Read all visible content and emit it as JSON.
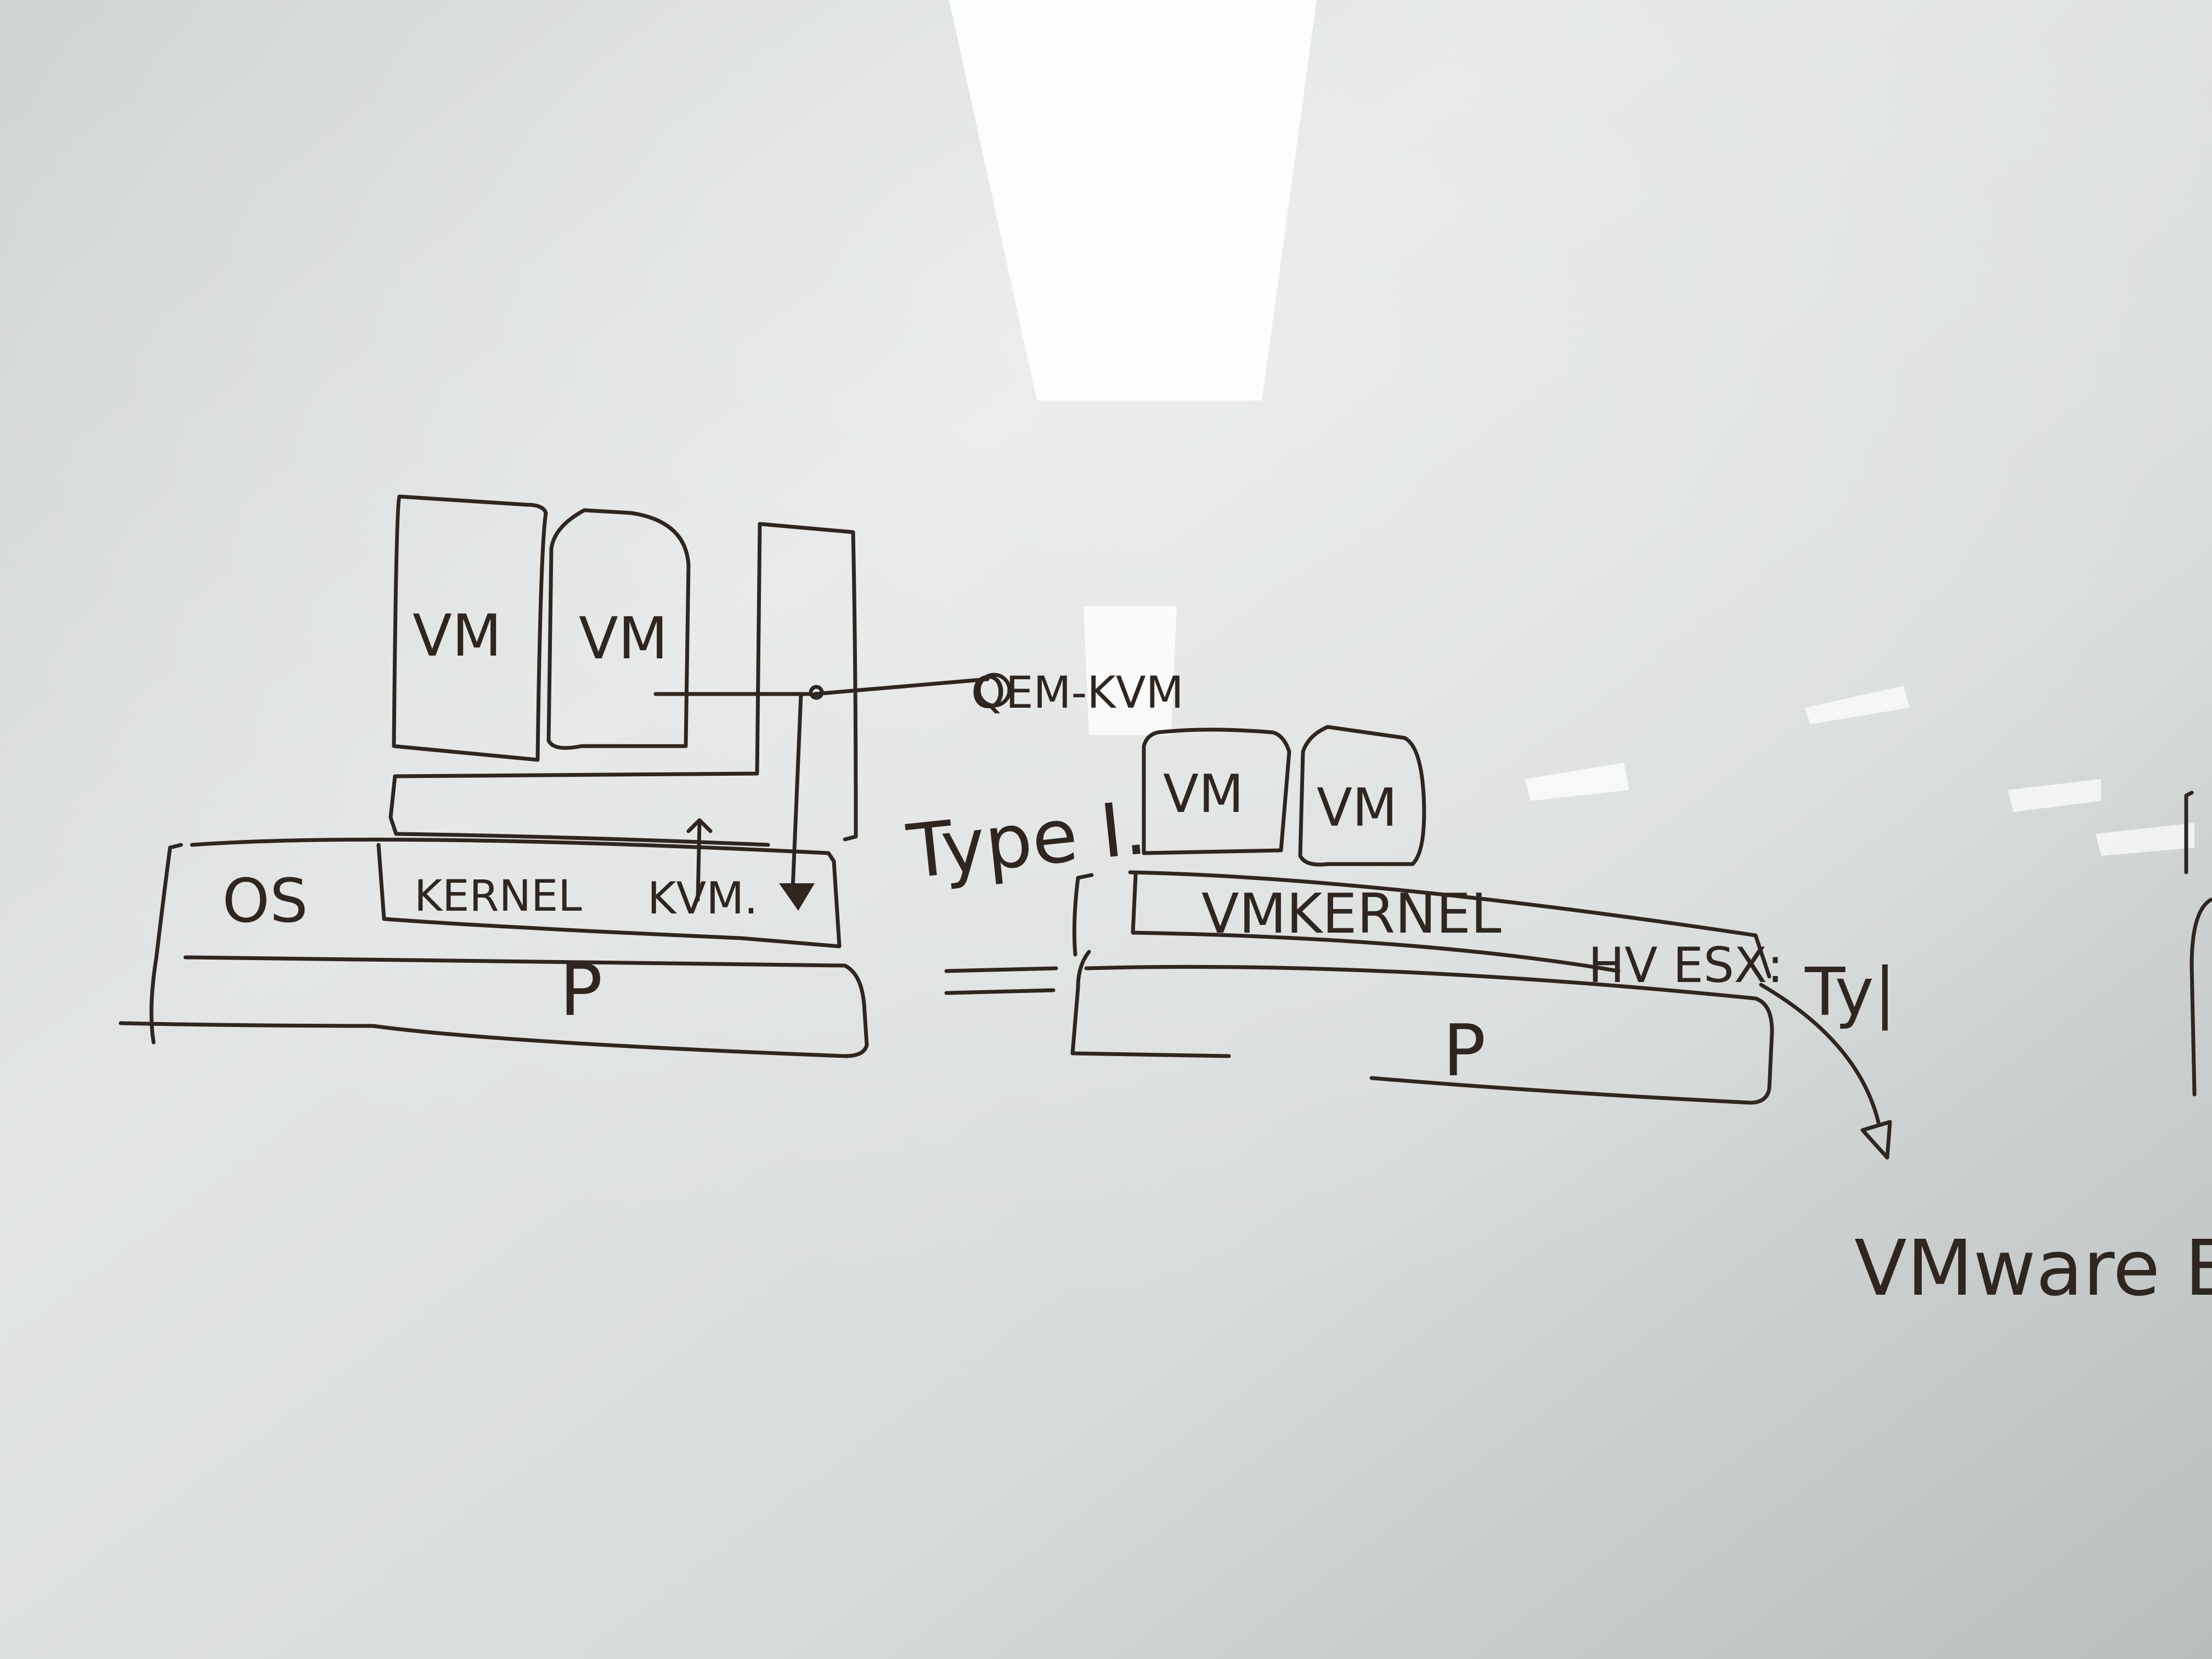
{
  "colors": {
    "board_light": "#e6e9e8",
    "board_mid": "#d2d6d6",
    "board_dark": "#b9bebe",
    "ink": "#2f2620",
    "reflection": "#ffffff"
  },
  "left_diagram": {
    "vm_labels": [
      "VM",
      "VM"
    ],
    "os_label": "OS",
    "kernel_label": "KERNEL",
    "kvm_label": "KVM.",
    "hardware_label": "P",
    "callout_label": "QEM-KVM",
    "type_label": "Type I."
  },
  "right_diagram": {
    "vm_labels": [
      "VM",
      "VM"
    ],
    "kernel_label": "VMKERNEL",
    "hypervisor_label": "HV ESX:",
    "type_label": "Ty|",
    "hardware_label": "P",
    "arrow_target_label": "VMware ES"
  },
  "equals_sign": "="
}
